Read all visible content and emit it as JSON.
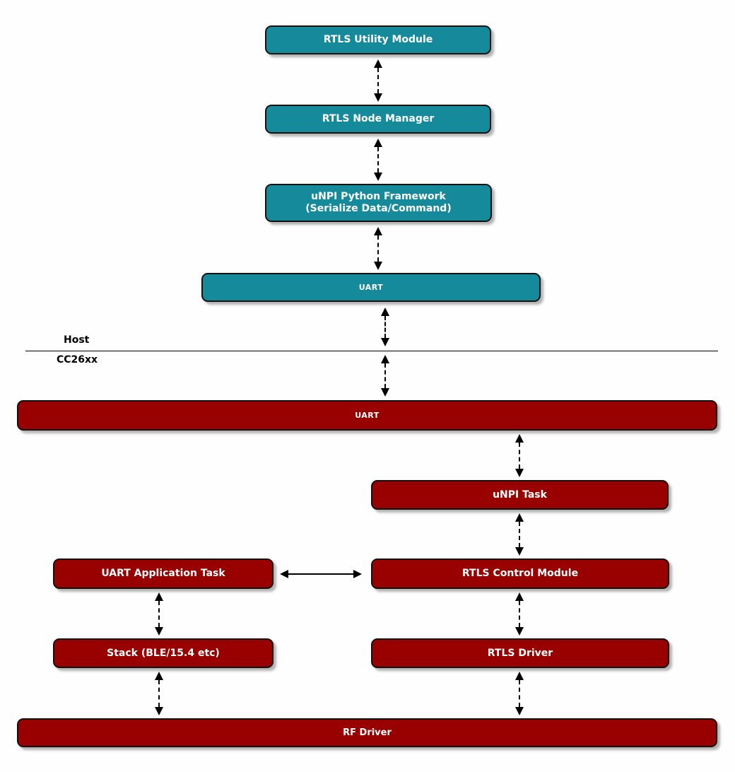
{
  "colors": {
    "host_node": "#158a9b",
    "device_node": "#990000",
    "node_text": "#ffffff",
    "arrow": "#000000",
    "background": "#fefefe"
  },
  "sections": {
    "host_label": "Host",
    "device_label": "CC26xx"
  },
  "nodes": {
    "rtls_utility_module": {
      "label": "RTLS Utility Module"
    },
    "rtls_node_manager": {
      "label": "RTLS Node Manager"
    },
    "unpi_python_framework": {
      "label_line1": "uNPI Python Framework",
      "label_line2": "(Serialize Data/Command)"
    },
    "uart_host": {
      "label": "UART"
    },
    "uart_device": {
      "label": "UART"
    },
    "unpi_task": {
      "label": "uNPI Task"
    },
    "uart_application_task": {
      "label": "UART Application Task"
    },
    "rtls_control_module": {
      "label": "RTLS Control Module"
    },
    "stack": {
      "label": "Stack (BLE/15.4 etc)"
    },
    "rtls_driver": {
      "label": "RTLS Driver"
    },
    "rf_driver": {
      "label": "RF Driver"
    }
  }
}
